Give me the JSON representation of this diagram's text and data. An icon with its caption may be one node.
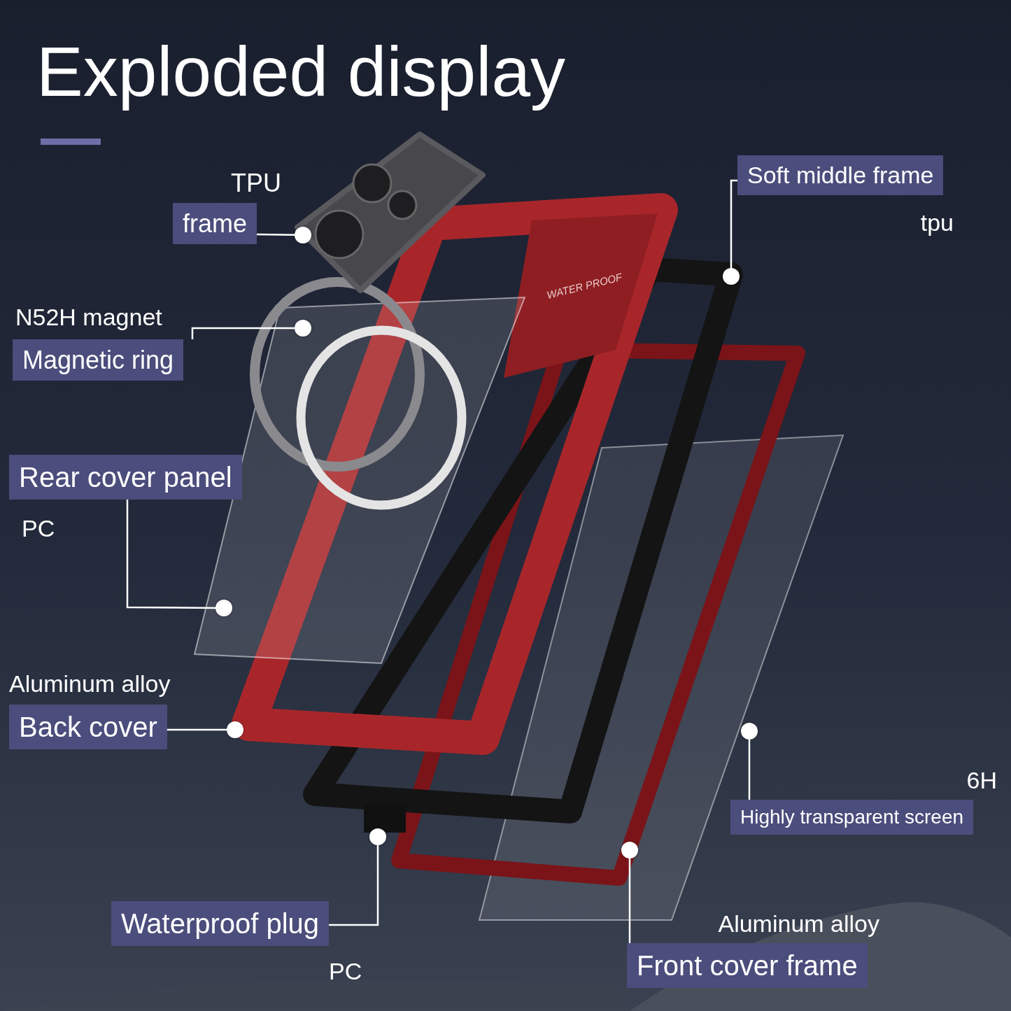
{
  "diagram": {
    "title": "Exploded display",
    "nodes": [
      {
        "text": [
          "frame"
        ],
        "beside": [
          "TPU"
        ]
      },
      {
        "text": [
          "Magnetic ring"
        ],
        "beside": [
          "N52H magnet"
        ]
      },
      {
        "text": [
          "Rear cover panel"
        ],
        "beside": [
          "PC"
        ]
      },
      {
        "text": [
          "Back cover"
        ],
        "beside": [
          "Aluminum alloy"
        ]
      },
      {
        "text": [
          "Soft middle frame"
        ],
        "beside": [
          "tpu"
        ]
      },
      {
        "text": [
          "Highly transparent screen"
        ],
        "beside": [
          "6H"
        ]
      },
      {
        "text": [
          "Waterproof plug"
        ],
        "beside": [
          "PC"
        ]
      },
      {
        "text": [
          "Front cover frame"
        ],
        "beside": [
          "Aluminum alloy"
        ]
      },
      {
        "text": [],
        "shape": "circle"
      },
      {
        "text": [],
        "shape": "circle"
      },
      {
        "text": [],
        "shape": "circle"
      },
      {
        "text": [],
        "shape": "circle"
      },
      {
        "text": [],
        "shape": "circle"
      },
      {
        "text": [],
        "shape": "circle"
      },
      {
        "text": [],
        "shape": "circle"
      },
      {
        "text": [],
        "shape": "circle"
      }
    ],
    "edges": [
      {
        "from": 0,
        "to": 8,
        "arrow": "none"
      },
      {
        "from": 1,
        "to": 9,
        "arrow": "none"
      },
      {
        "from": 2,
        "to": 10,
        "arrow": "none"
      },
      {
        "from": 3,
        "to": 11,
        "arrow": "none"
      },
      {
        "from": 4,
        "to": 12,
        "arrow": "none"
      },
      {
        "from": 5,
        "to": 13,
        "arrow": "none"
      },
      {
        "from": 6,
        "to": 14,
        "arrow": "none"
      },
      {
        "from": 7,
        "to": 15,
        "arrow": "none"
      }
    ],
    "labels": [
      "WATER PROOF"
    ]
  }
}
